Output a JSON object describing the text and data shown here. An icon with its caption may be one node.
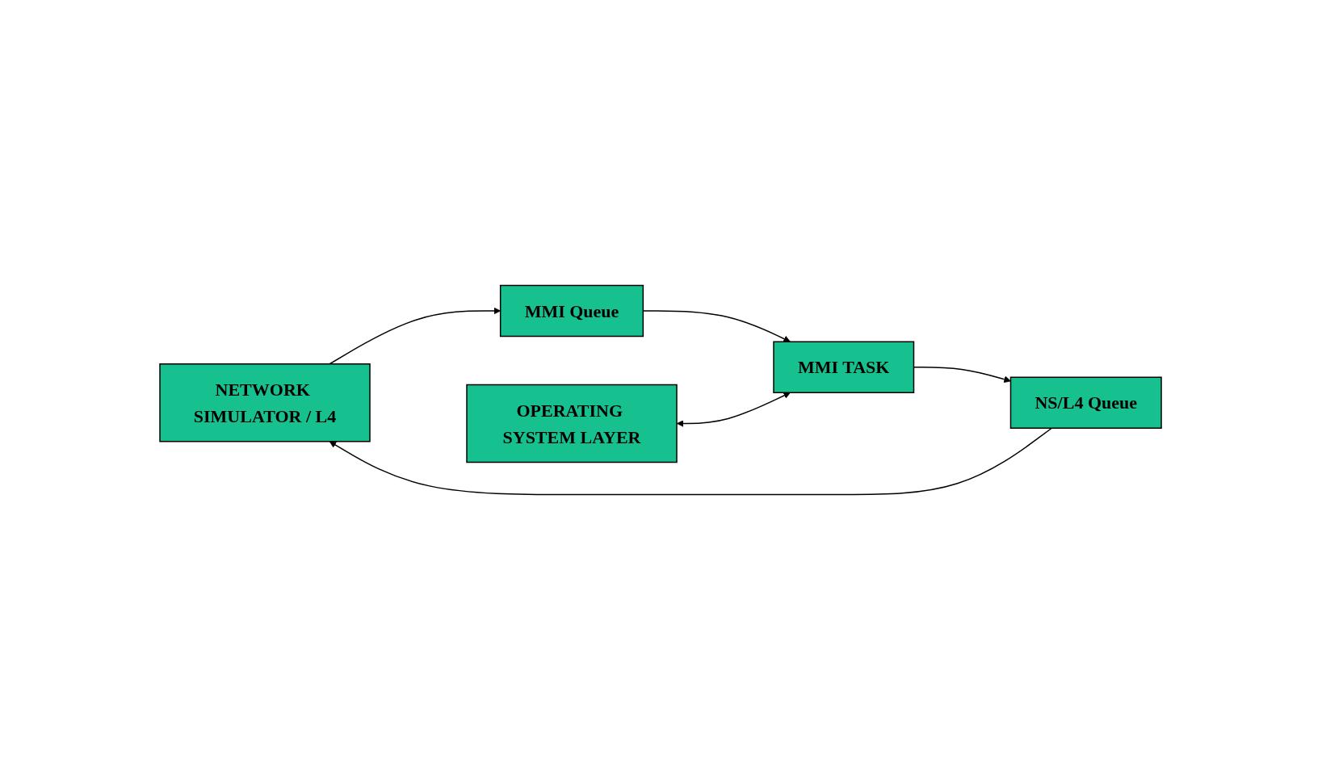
{
  "diagram": {
    "nodes": [
      {
        "text": [
          "NETWORK SIMULATOR / L4"
        ]
      },
      {
        "text": [
          "MMI Queue"
        ]
      },
      {
        "text": [
          "MMI TASK"
        ]
      },
      {
        "text": [
          "NS/L4 Queue"
        ]
      },
      {
        "text": [
          "OPERATING SYSTEM LAYER"
        ]
      }
    ],
    "edges": [
      {
        "from": 0,
        "to": 1,
        "arrow": "to"
      },
      {
        "from": 1,
        "to": 2,
        "arrow": "to"
      },
      {
        "from": 2,
        "to": 3,
        "arrow": "to"
      },
      {
        "from": 3,
        "to": 0,
        "arrow": "to"
      },
      {
        "from": 4,
        "to": 2,
        "arrow": "both"
      }
    ]
  }
}
